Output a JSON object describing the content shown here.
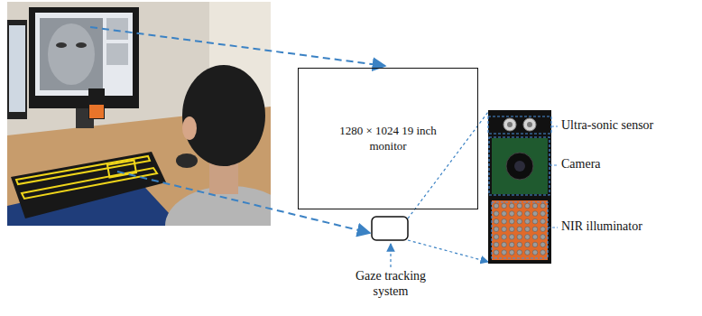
{
  "diagram": {
    "nodes": [
      {
        "text": [
          "1280 × 1024 19 inch monitor"
        ]
      }
    ],
    "labels": [
      "Gaze tracking system",
      "Ultra-sonic sensor",
      "Camera",
      "NIR illuminator"
    ]
  }
}
